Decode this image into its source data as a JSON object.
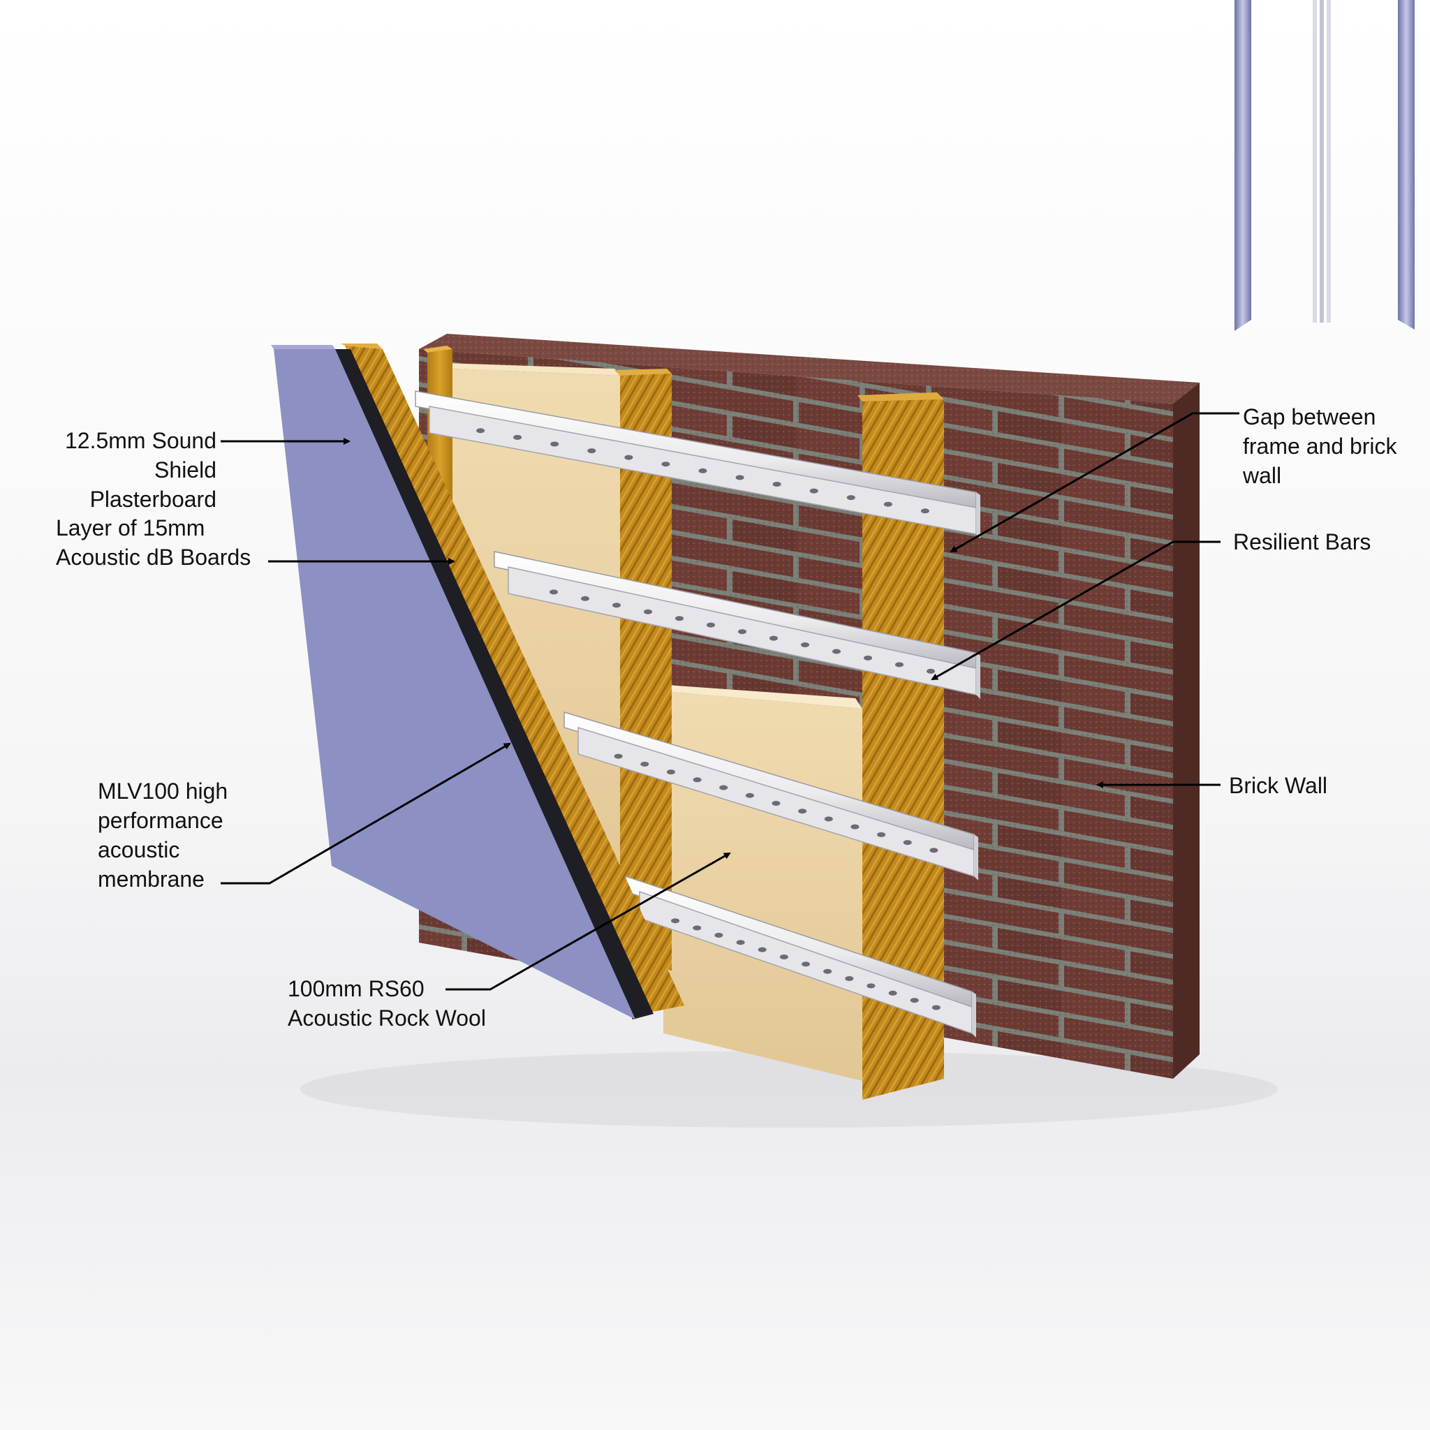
{
  "labels": {
    "plasterboard": "12.5mm Sound\nShield Plasterboard",
    "db_boards": "Layer of 15mm\nAcoustic dB Boards",
    "membrane": "MLV100 high\nperformance\nacoustic\nmembrane",
    "rock_wool": "100mm RS60\nAcoustic Rock Wool",
    "gap": "Gap between\nframe and brick\nwall",
    "resilient_bars": "Resilient Bars",
    "brick_wall": "Brick Wall"
  },
  "colors": {
    "brick": "#6b3a33",
    "mortar": "#8a7f74",
    "timber": "#c8901c",
    "rockwool": "#ead3a3",
    "plasterboard": "#8c90c2",
    "membrane": "#1e1e24",
    "resilient_bar": "#f0f0f2",
    "leader": "#000000"
  }
}
